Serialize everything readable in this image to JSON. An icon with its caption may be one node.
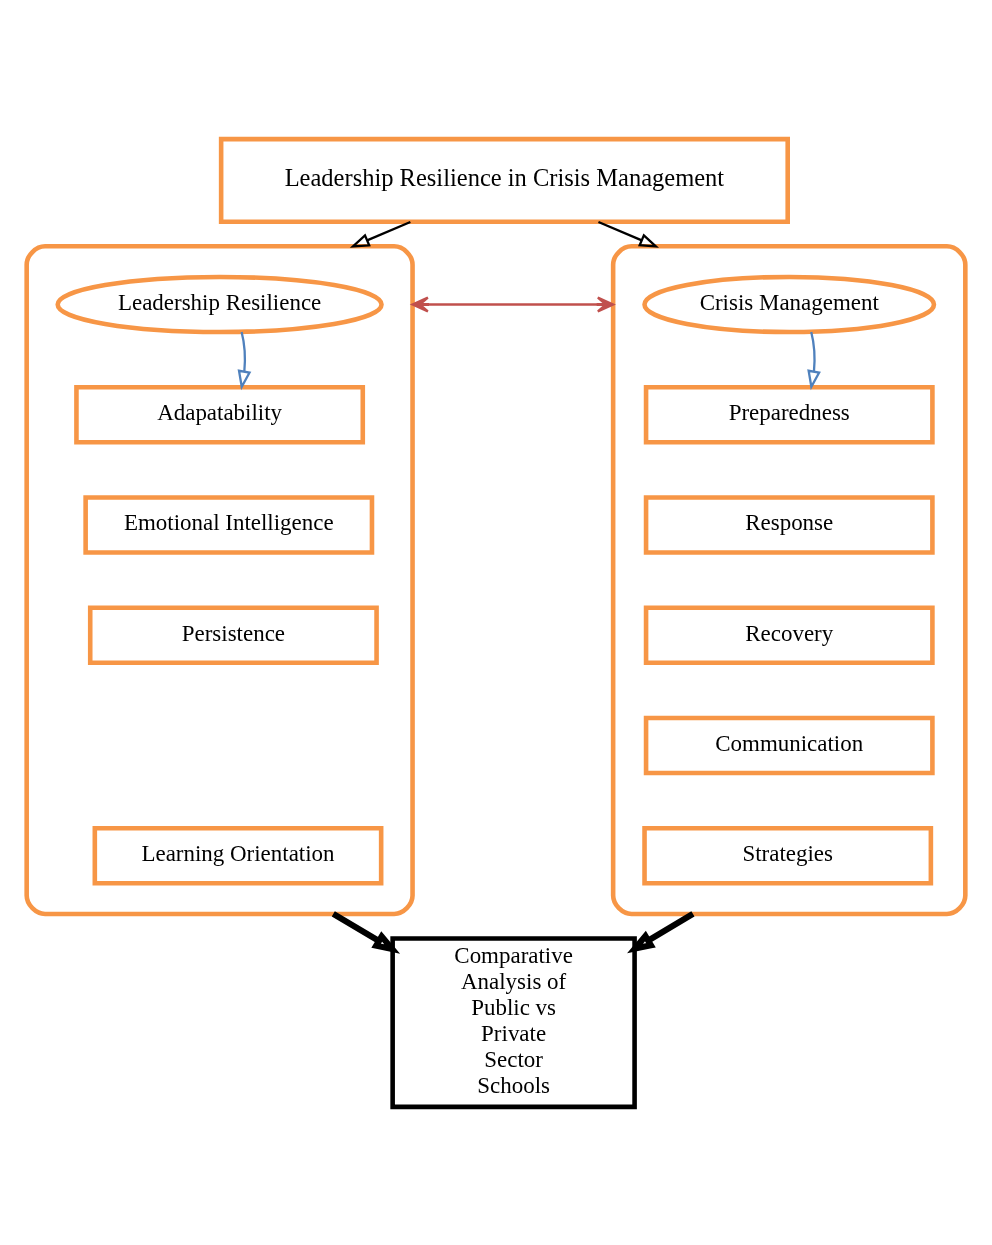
{
  "diagram": {
    "nodes": [
      {
        "text": [
          "Leadership Resilience in Crisis Management"
        ]
      },
      {
        "text": [],
        "shape": "box"
      },
      {
        "text": [
          "Leadership Resilience"
        ],
        "in": 1
      },
      {
        "text": [
          "Adapatability"
        ],
        "in": 1
      },
      {
        "text": [
          "Emotional Intelligence"
        ],
        "in": 1
      },
      {
        "text": [
          "Persistence"
        ],
        "in": 1
      },
      {
        "text": [
          "Learning Orientation"
        ],
        "in": 1
      },
      {
        "text": [],
        "shape": "box"
      },
      {
        "text": [
          "Crisis Management"
        ],
        "in": 7
      },
      {
        "text": [
          "Preparedness"
        ],
        "in": 7
      },
      {
        "text": [
          "Response"
        ],
        "in": 7
      },
      {
        "text": [
          "Recovery"
        ],
        "in": 7
      },
      {
        "text": [
          "Communication"
        ],
        "in": 7
      },
      {
        "text": [
          "Strategies"
        ],
        "in": 7
      },
      {
        "text": [
          "Comparative Analysis of Public vs Private Sector Schools"
        ]
      }
    ],
    "edges": [
      {
        "from": 0,
        "to": 1,
        "arrow": "to"
      },
      {
        "from": 0,
        "to": 7,
        "arrow": "to"
      },
      {
        "from": 1,
        "to": 7,
        "arrow": "both",
        "color": "#c0504d"
      },
      {
        "from": 2,
        "to": 3,
        "arrow": "to",
        "color": "#4f81bd"
      },
      {
        "from": 8,
        "to": 9,
        "arrow": "to",
        "color": "#4f81bd"
      },
      {
        "from": 1,
        "to": 14,
        "arrow": "to",
        "style": "thick"
      },
      {
        "from": 7,
        "to": 14,
        "arrow": "to",
        "style": "thick"
      }
    ]
  }
}
